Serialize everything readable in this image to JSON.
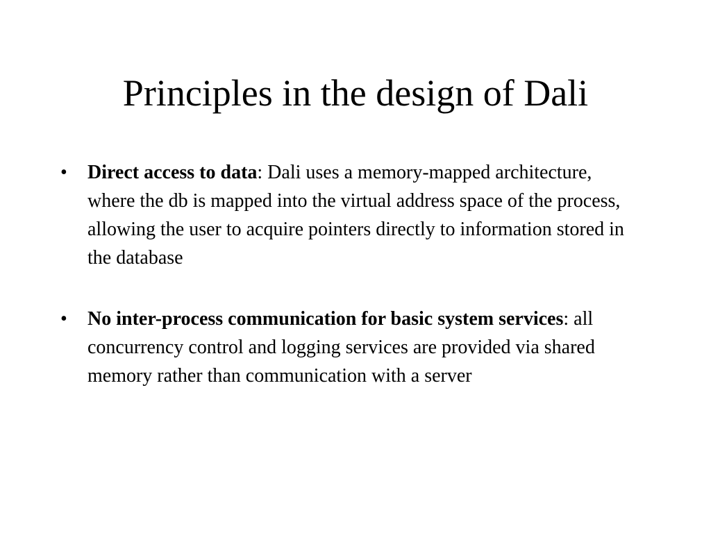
{
  "slide": {
    "title": "Principles in the design of Dali",
    "bullets": [
      {
        "marker": "•",
        "term": "Direct access to data",
        "text": ": Dali uses a memory-mapped architecture, where the db is mapped into the virtual address space of the process, allowing the user to acquire pointers directly to information stored in the database"
      },
      {
        "marker": "•",
        "term": "No inter-process communication for basic system services",
        "text": ": all concurrency control and logging services are provided via shared memory rather than communication with a server"
      }
    ]
  }
}
